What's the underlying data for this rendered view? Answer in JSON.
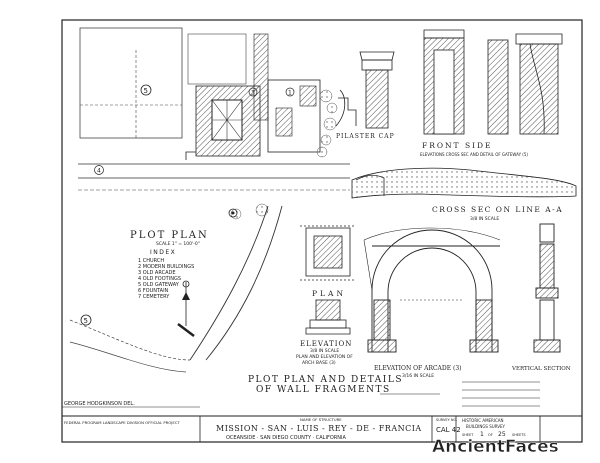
{
  "plot_plan": {
    "title": "PLOT PLAN",
    "scale": "SCALE  1\" = 100'-0\"",
    "index_title": "INDEX",
    "index_items": [
      "1 CHURCH",
      "2 MODERN BUILDINGS",
      "3 OLD ARCADE",
      "4 OLD FOOTINGS",
      "5 OLD GATEWAY",
      "6 FOUNTAIN",
      "7 CEMETERY"
    ]
  },
  "detail_labels": {
    "pilaster_cap": "PILASTER CAP",
    "front_side": "FRONT    SIDE",
    "elev_gateway": "ELEVATIONS CROSS SEC AND DETAIL OF GATEWAY (5)",
    "cross_sec": "CROSS SEC ON LINE A-A",
    "cross_scale": "3/8 IN SCALE",
    "plan": "PLAN",
    "elevation": "ELEVATION",
    "elevation_scale": "3/8 IN SCALE",
    "plan_elev_arch": "PLAN AND ELEVATION OF",
    "arch_base": "ARCH BASE (3)",
    "elev_arcade": "ELEVATION OF ARCADE (3)",
    "arcade_scale": "3/16 IN SCALE",
    "vertical_section": "VERTICAL SECTION",
    "plot_plan_details_1": "PLOT PLAN AND DETAILS",
    "plot_plan_details_2": "OF WALL FRAGMENTS"
  },
  "title_block": {
    "drawn_by": "GEORGE HODGKINSON  DEL.",
    "project_note": "FEDERAL PROGRAM  LANDSCAPE DIVISION  OFFICIAL PROJECT",
    "name_of_structure_label": "NAME OF STRUCTURE",
    "name_of_structure": "MISSION - SAN - LUIS - REY - DE - FRANCIA",
    "location": "OCEANSIDE   ·   SAN   DIEGO   COUNTY   ·   CALIFORNIA",
    "survey_no_label": "SURVEY NO.",
    "survey_no": "CAL 42",
    "survey_name_1": "HISTORIC AMERICAN",
    "survey_name_2": "BUILDINGS SURVEY",
    "sheet_label": "SHEET",
    "sheet_no": "1",
    "of_label": "OF",
    "sheets_total": "25",
    "sheets_label": "SHEETS"
  },
  "watermark": "AncientFaces",
  "colors": {
    "ink": "#222222",
    "hatch": "#555555",
    "paper": "#ffffff",
    "watermark": "#3b3b3b"
  }
}
